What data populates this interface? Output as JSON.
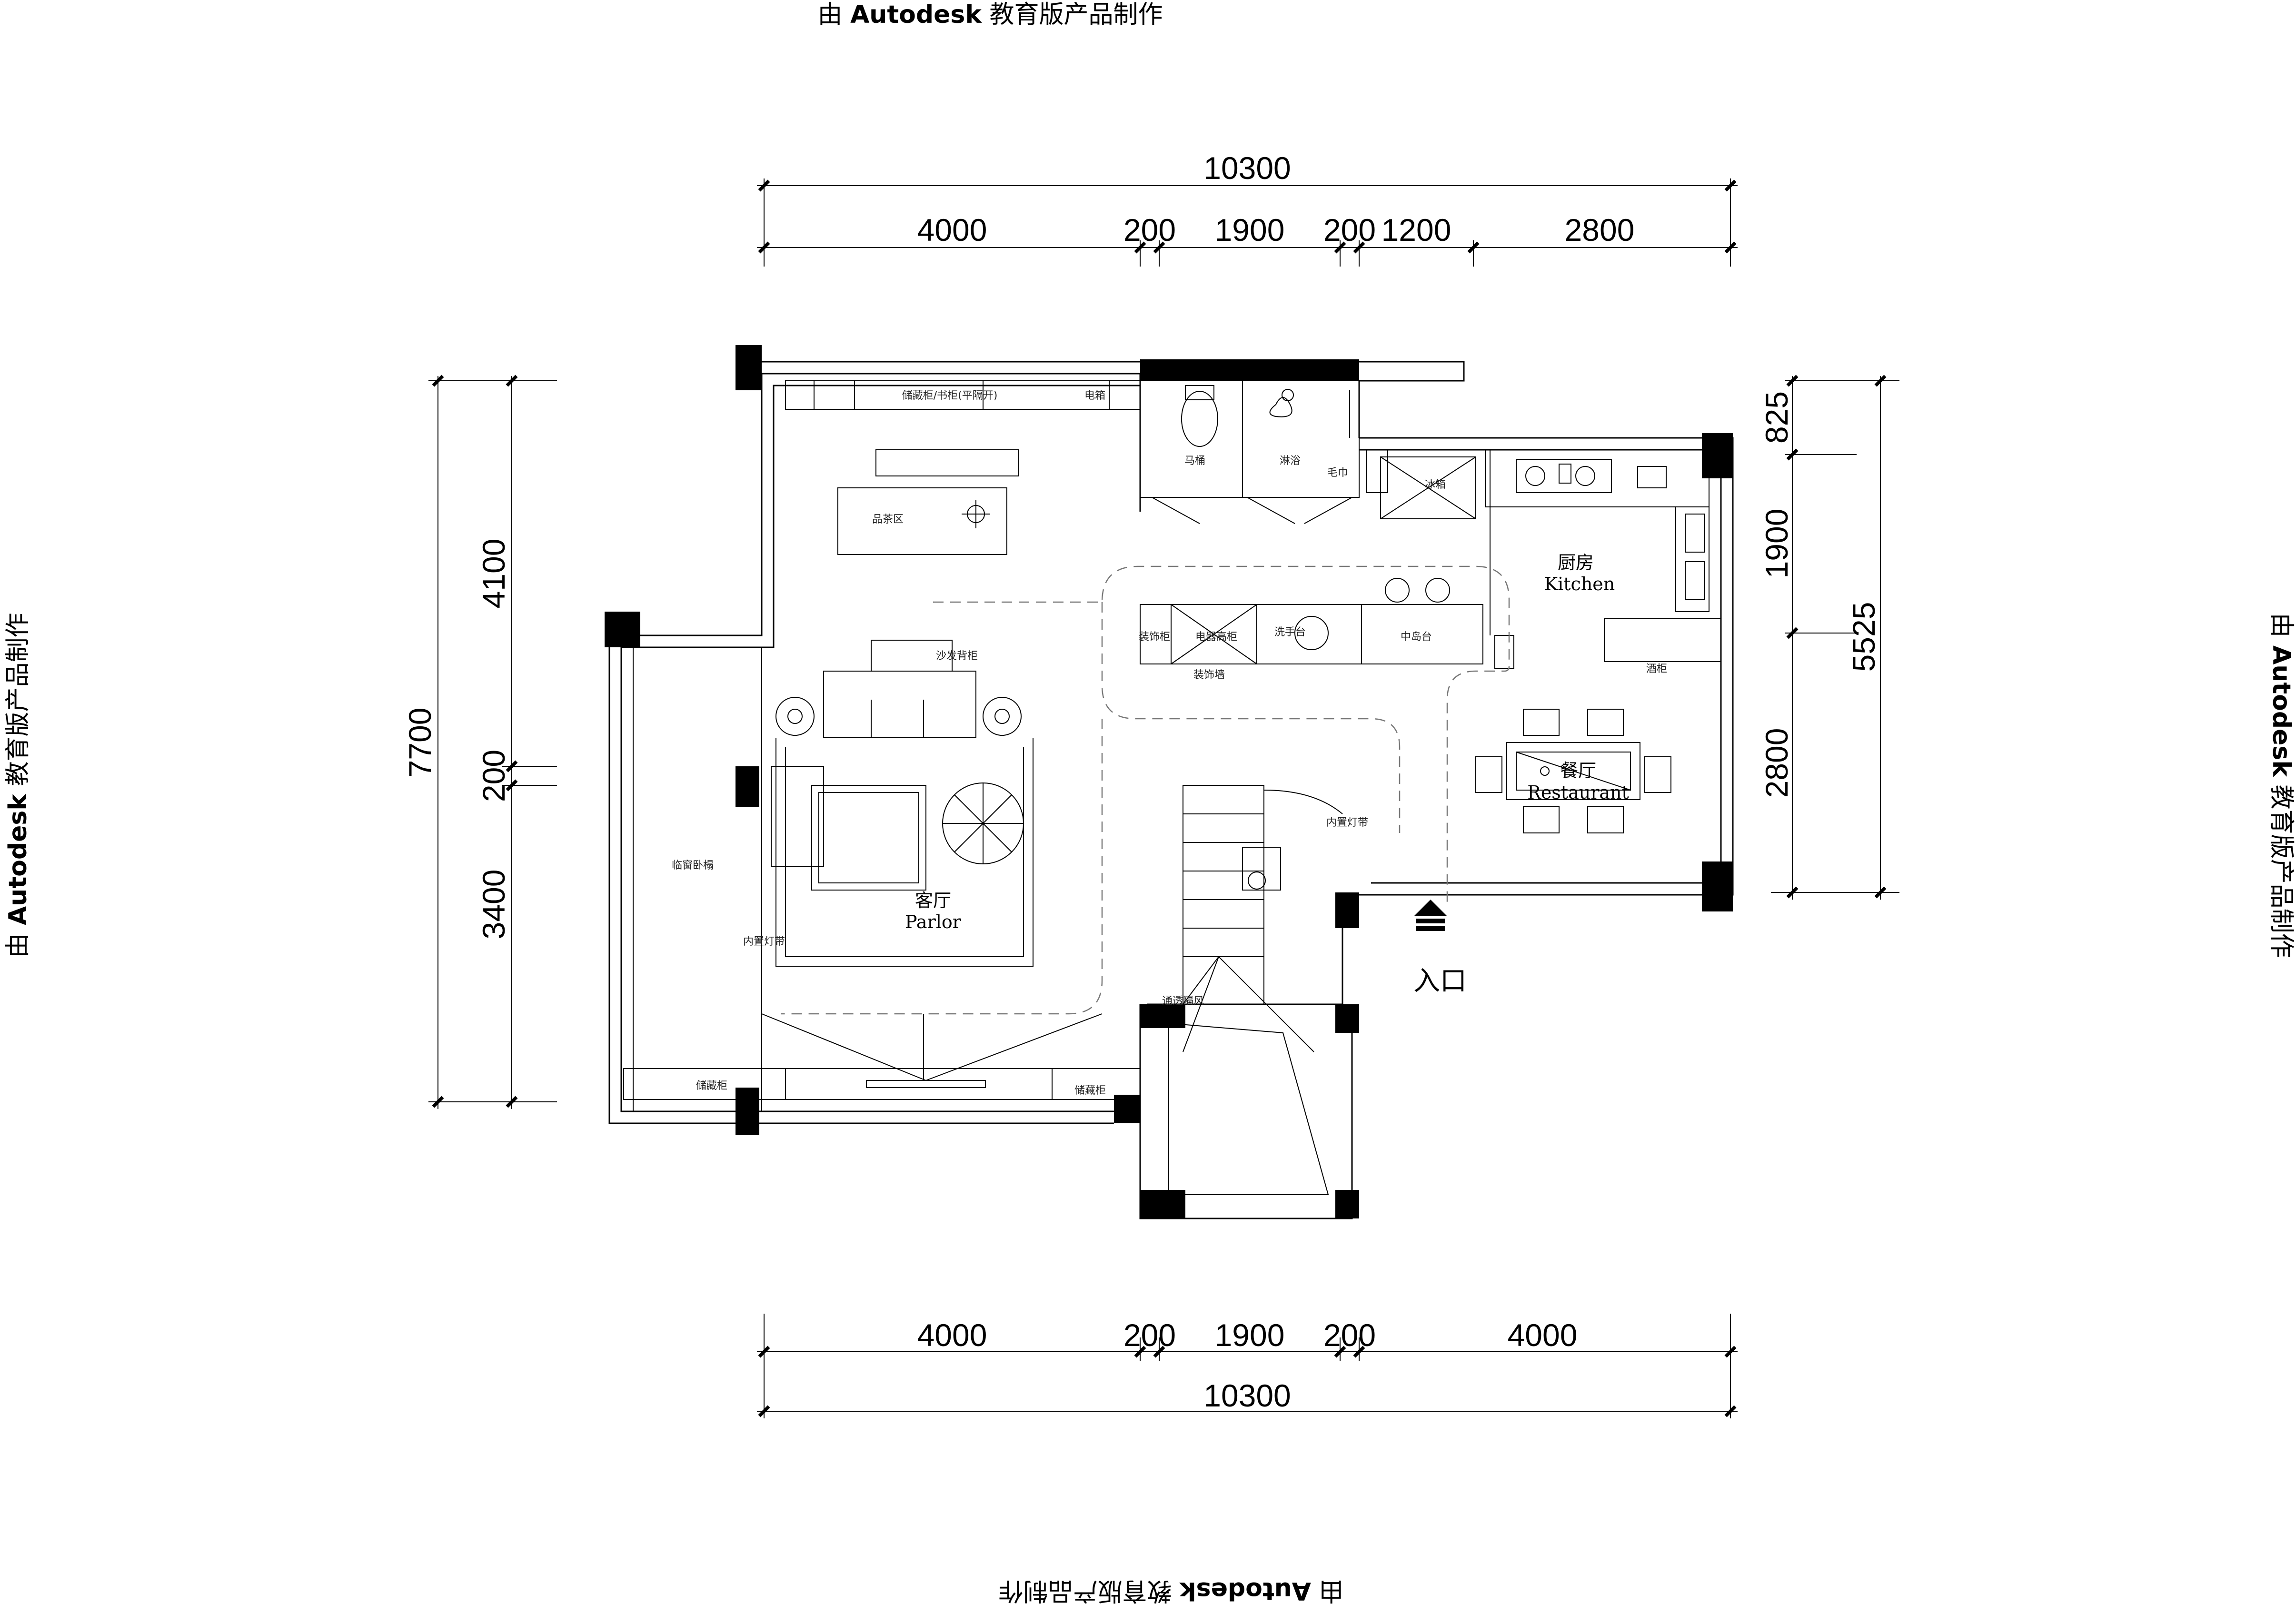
{
  "watermark": {
    "prefix": "由 ",
    "brand": "Autodesk",
    "suffix": " 教育版产品制作"
  },
  "dimensions": {
    "top_total": "10300",
    "top": [
      "4000",
      "200",
      "1900",
      "200",
      "1200",
      "2800"
    ],
    "bottom": [
      "4000",
      "200",
      "1900",
      "200",
      "4000"
    ],
    "bottom_total": "10300",
    "left_total": "7700",
    "left": [
      "4100",
      "200",
      "3400"
    ],
    "right": [
      "825",
      "1900",
      "2800"
    ],
    "right_total": "5525"
  },
  "rooms": {
    "parlor_cn": "客厅",
    "parlor_en": "Parlor",
    "kitchen_cn": "厨房",
    "kitchen_en": "Kitchen",
    "restaurant_cn": "餐厅",
    "restaurant_en": "Restaurant",
    "entrance": "入口"
  },
  "labels": {
    "storage_top": "储藏柜/书柜(平隔开)",
    "tv": "电箱",
    "toilet": "马桶",
    "shower": "淋浴",
    "tea_area": "品茶区",
    "fridge": "冰箱",
    "sofa_cabinet": "沙发背柜",
    "decor_cabinet": "装饰柜",
    "appliance_cabinet": "电器高柜",
    "wash_basin": "洗手台",
    "island": "中岛台",
    "decor_wall": "装饰墙",
    "wine_cabinet": "酒柜",
    "hidden_light_r": "内置灯带",
    "hidden_light_l": "内置灯带",
    "bay_window": "临窗卧榻",
    "vent": "通透隔风",
    "storage_l": "储藏柜",
    "storage_r": "储藏柜",
    "towel": "毛巾"
  }
}
